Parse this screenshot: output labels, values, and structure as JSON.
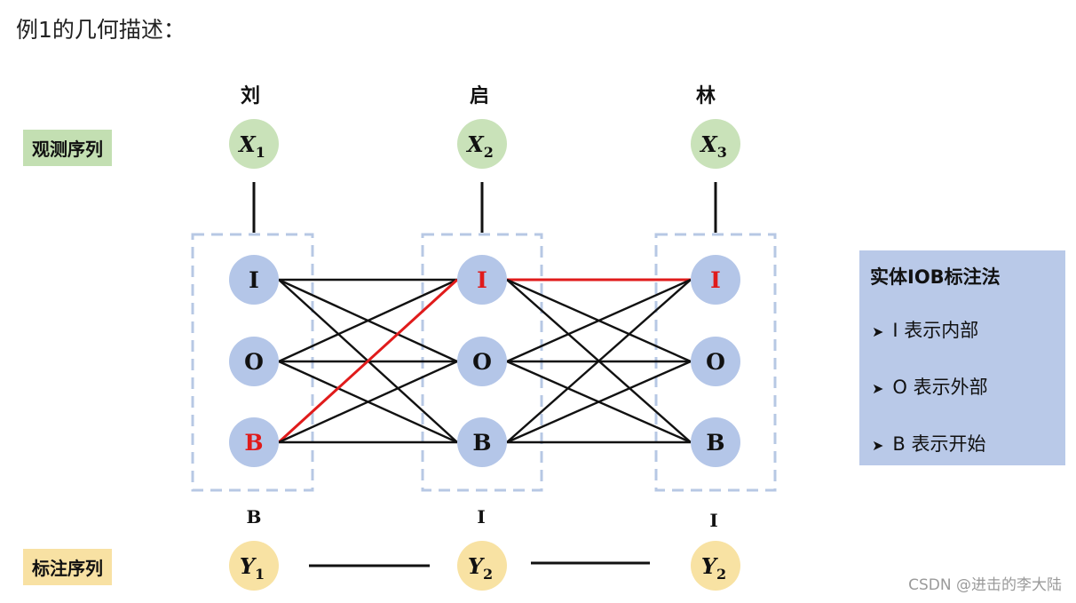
{
  "title": "例1的几何描述：",
  "row_labels": {
    "observation": "观测序列",
    "tagging": "标注序列"
  },
  "characters": [
    "刘",
    "启",
    "林"
  ],
  "observations": [
    {
      "var": "X",
      "sub": "1"
    },
    {
      "var": "X",
      "sub": "2"
    },
    {
      "var": "X",
      "sub": "3"
    }
  ],
  "states": [
    "I",
    "O",
    "B"
  ],
  "selected_path": [
    "B",
    "I",
    "I"
  ],
  "tag_labels": [
    "B",
    "I",
    "I"
  ],
  "tag_nodes": [
    {
      "var": "Y",
      "sub": "1"
    },
    {
      "var": "Y",
      "sub": "2"
    },
    {
      "var": "Y",
      "sub": "2"
    }
  ],
  "legend": {
    "title": "实体IOB标注法",
    "items": [
      "I 表示内部",
      "O 表示外部",
      "B 表示开始"
    ]
  },
  "watermark": "CSDN @进击的李大陆",
  "colors": {
    "observation_node": "#c9e2b9",
    "state_node": "#b4c6e8",
    "tag_node": "#f8e2a3",
    "highlight": "#e01b1b",
    "edge": "#111111",
    "group_box": "#b7c8e4"
  }
}
